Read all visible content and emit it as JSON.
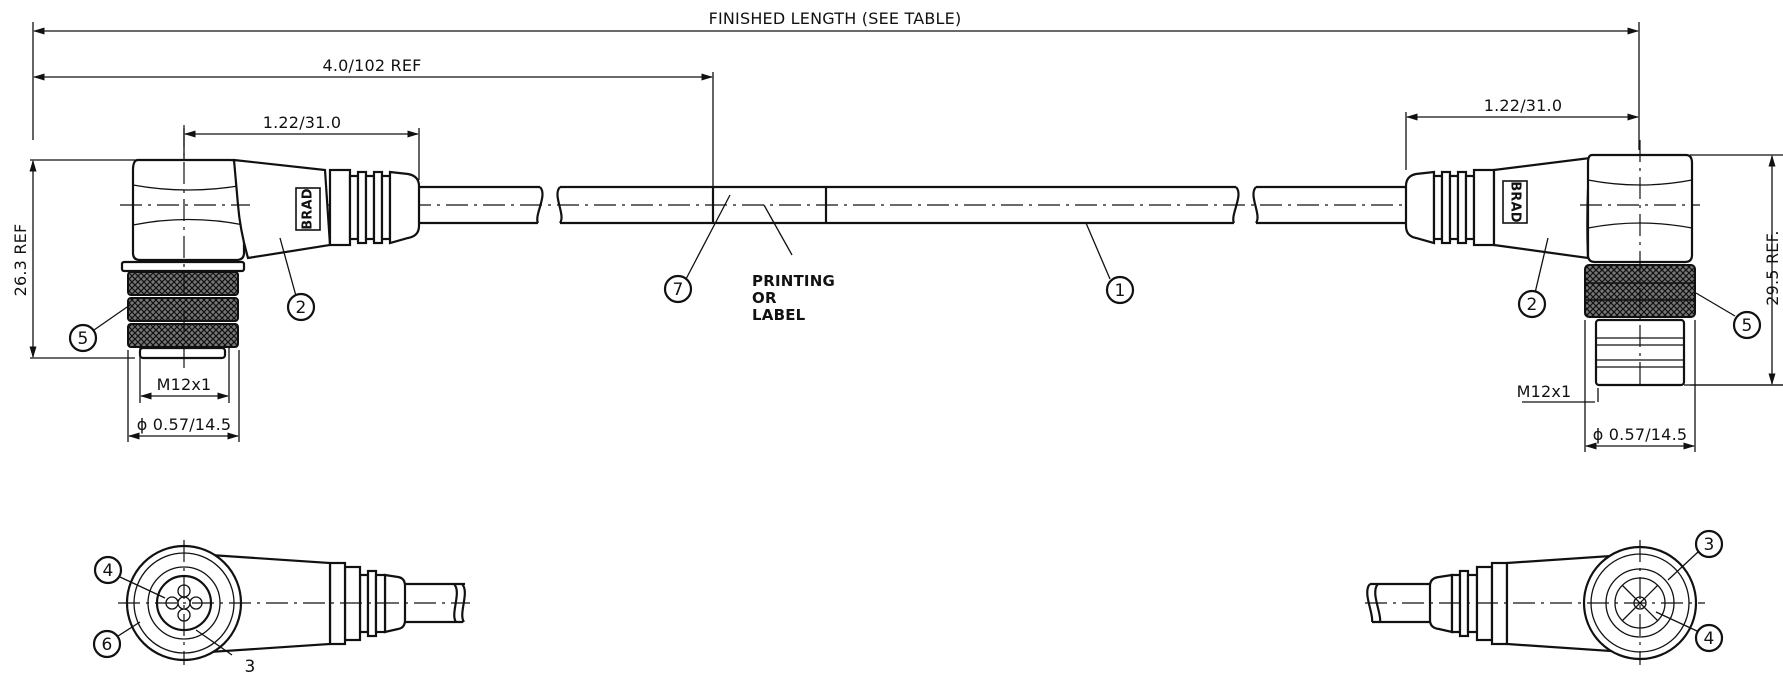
{
  "dimensions": {
    "finished_length": "FINISHED LENGTH (SEE TABLE)",
    "ref_left": "4.0/102 REF",
    "left_body_length": "1.22/31.0",
    "right_body_length": "1.22/31.0",
    "left_height": "26.3 REF",
    "right_height": "29.5 REF.",
    "left_thread": "M12x1",
    "right_thread": "M12x1",
    "left_diameter": "ϕ 0.57/14.5",
    "right_diameter": "ϕ 0.57/14.5"
  },
  "labels": {
    "printing": [
      "PRINTING",
      "OR",
      "LABEL"
    ]
  },
  "logo_text": "BRAD",
  "balloons": {
    "cable": "1",
    "left_body": "2",
    "right_body": "2",
    "left_nut": "5",
    "right_nut": "5",
    "label_item": "7",
    "front_left_contact": "4",
    "front_left_seal": "6",
    "front_left_insert": "3",
    "front_right_insert": "3",
    "front_right_contact": "4"
  }
}
